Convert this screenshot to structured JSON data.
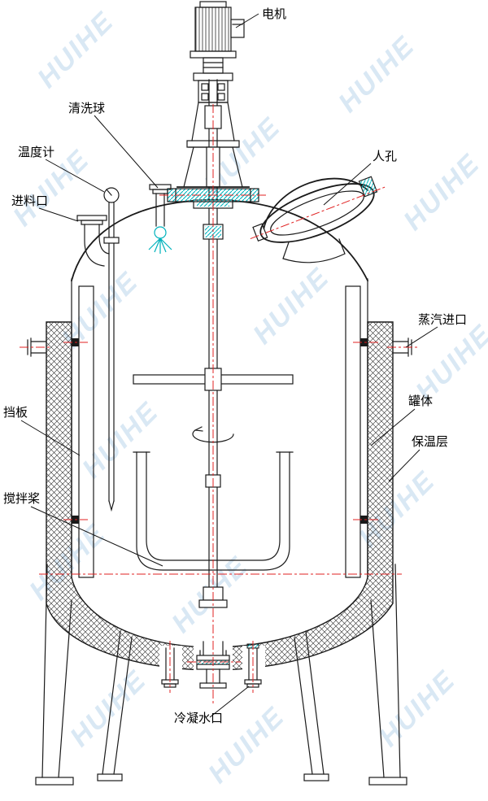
{
  "watermark": {
    "text": "HUIHE",
    "color": "#b5d2ea"
  },
  "labels": {
    "motor": "电机",
    "cleaning_ball": "清洗球",
    "thermometer": "温度计",
    "feed_inlet": "进料口",
    "manhole": "人孔",
    "steam_inlet": "蒸汽进口",
    "tank_body": "罐体",
    "insulation": "保温层",
    "baffle": "挡板",
    "agitator": "搅拌桨",
    "condensate_outlet": "冷凝水口"
  },
  "colors": {
    "line": "#1a1a1a",
    "centerline_red": "#e02020",
    "accent_teal": "#00b2bc",
    "watermark_blue": "#b5d2ea"
  }
}
